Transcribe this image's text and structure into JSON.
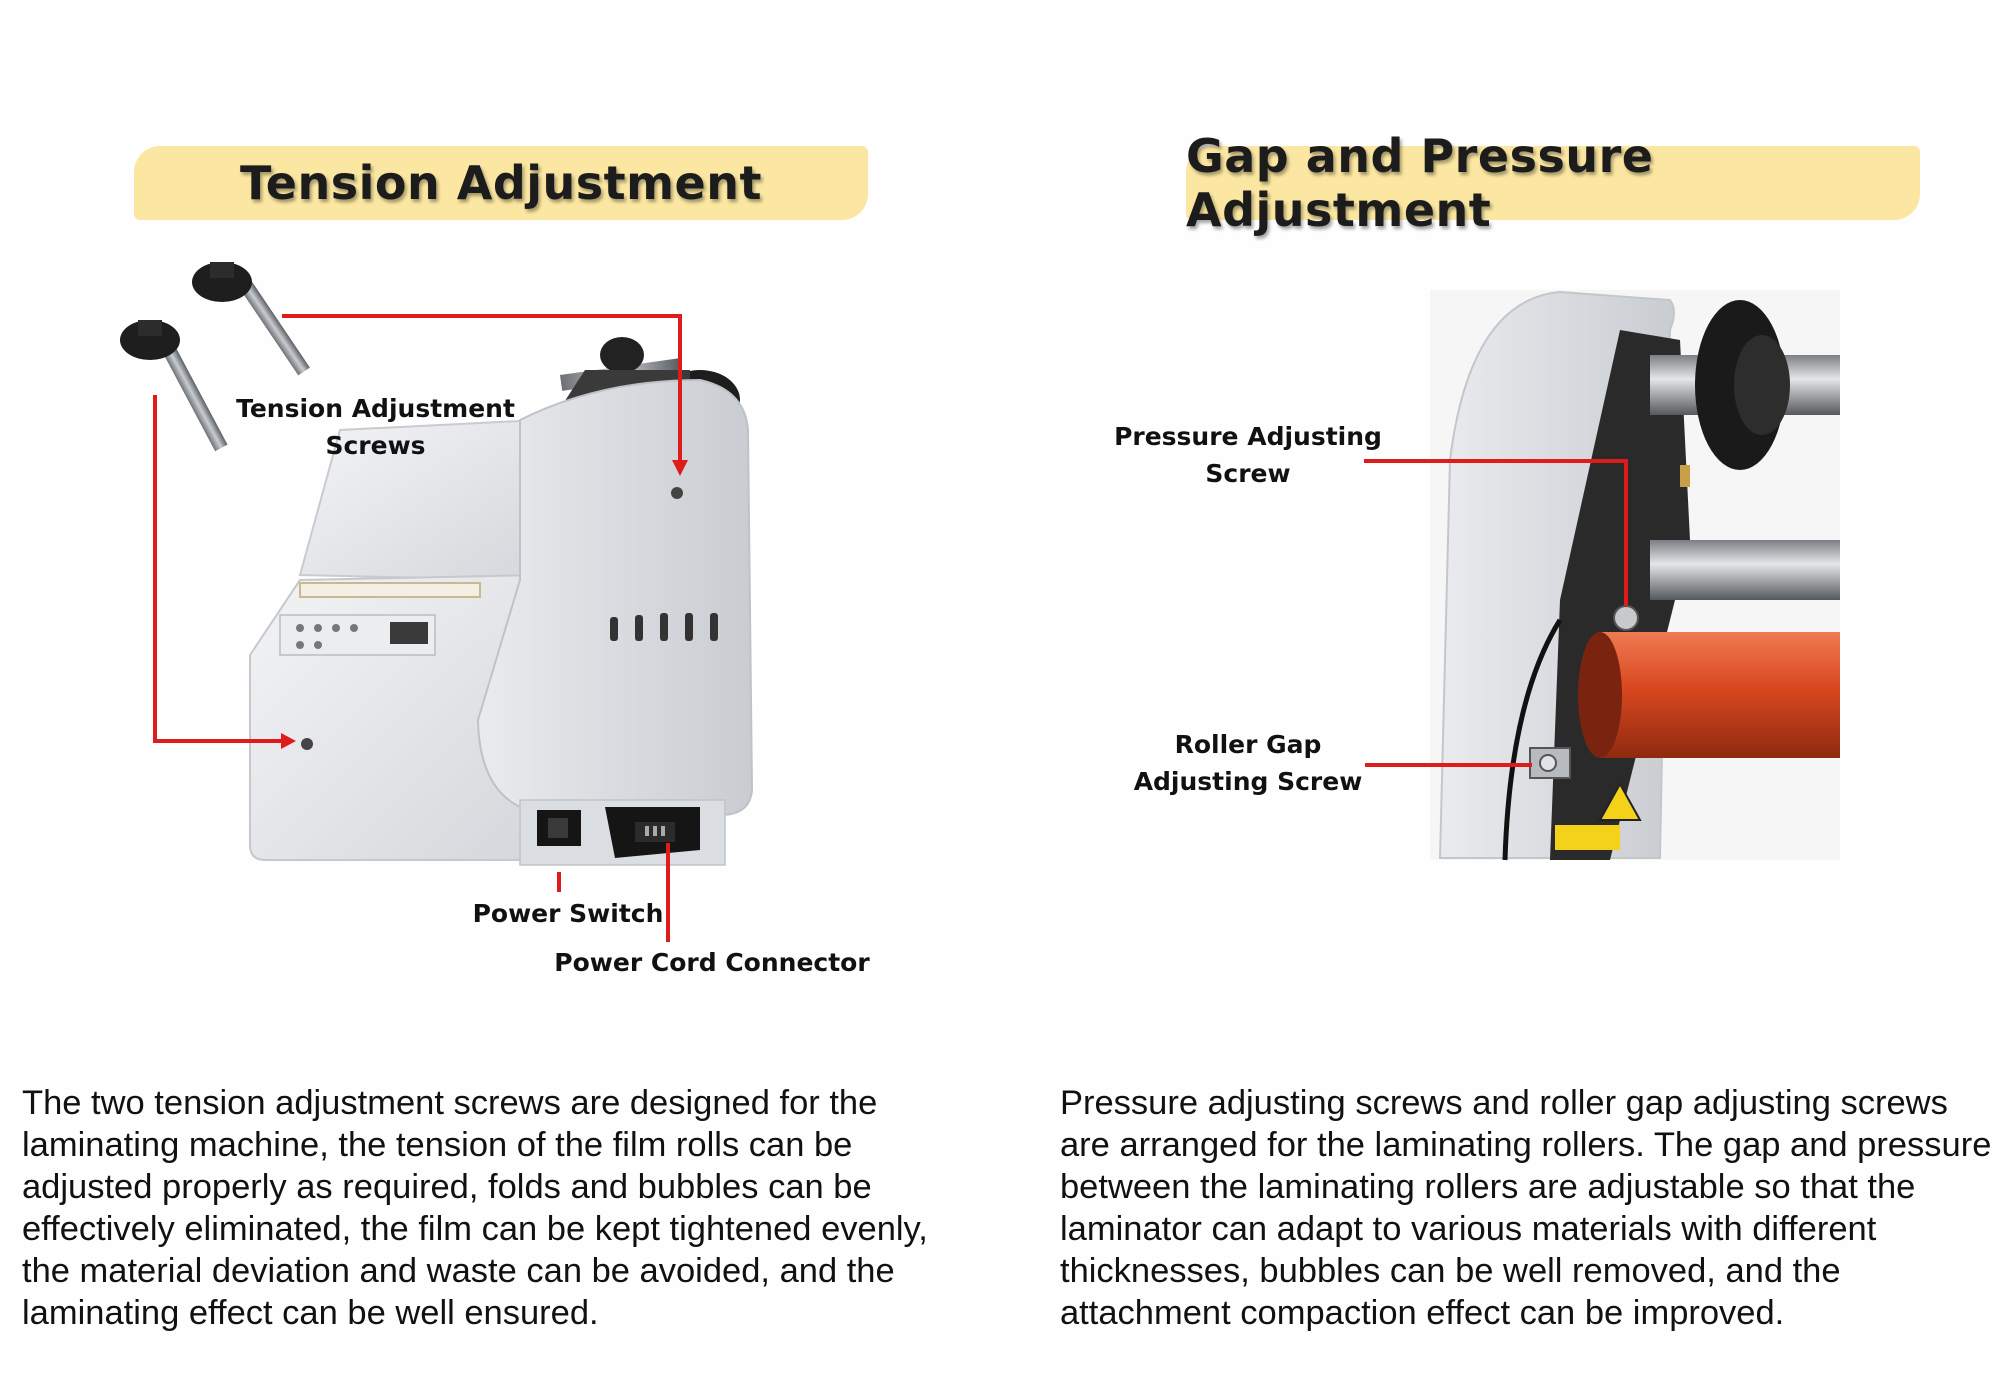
{
  "left_panel": {
    "title": "Tension Adjustment",
    "labels": {
      "tension_screws_line1": "Tension Adjustment",
      "tension_screws_line2": "Screws",
      "power_switch": "Power Switch",
      "power_cord": "Power Cord Connector"
    },
    "description": "The two tension adjustment screws are designed for the laminating machine, the tension of the film rolls can be adjusted properly as required, folds and bubbles can be effectively eliminated, the film can be kept tightened evenly, the material deviation and waste can be avoided, and the laminating effect can be well ensured."
  },
  "right_panel": {
    "title": "Gap and Pressure Adjustment",
    "labels": {
      "pressure_line1": "Pressure Adjusting",
      "pressure_line2": "Screw",
      "gap_line1": "Roller Gap",
      "gap_line2": "Adjusting Screw"
    },
    "description": "Pressure adjusting screws and roller gap adjusting screws are arranged for the laminating rollers. The gap and pressure between the laminating rollers are adjustable so that the laminator can adapt to various materials with different thicknesses, bubbles can be well removed, and the attachment compaction effect can be improved."
  },
  "colors": {
    "banner": "#fbe7a1",
    "callout_line": "#e01b1b",
    "machine_body": "#e4e6e9",
    "roller": "#d9471f"
  }
}
